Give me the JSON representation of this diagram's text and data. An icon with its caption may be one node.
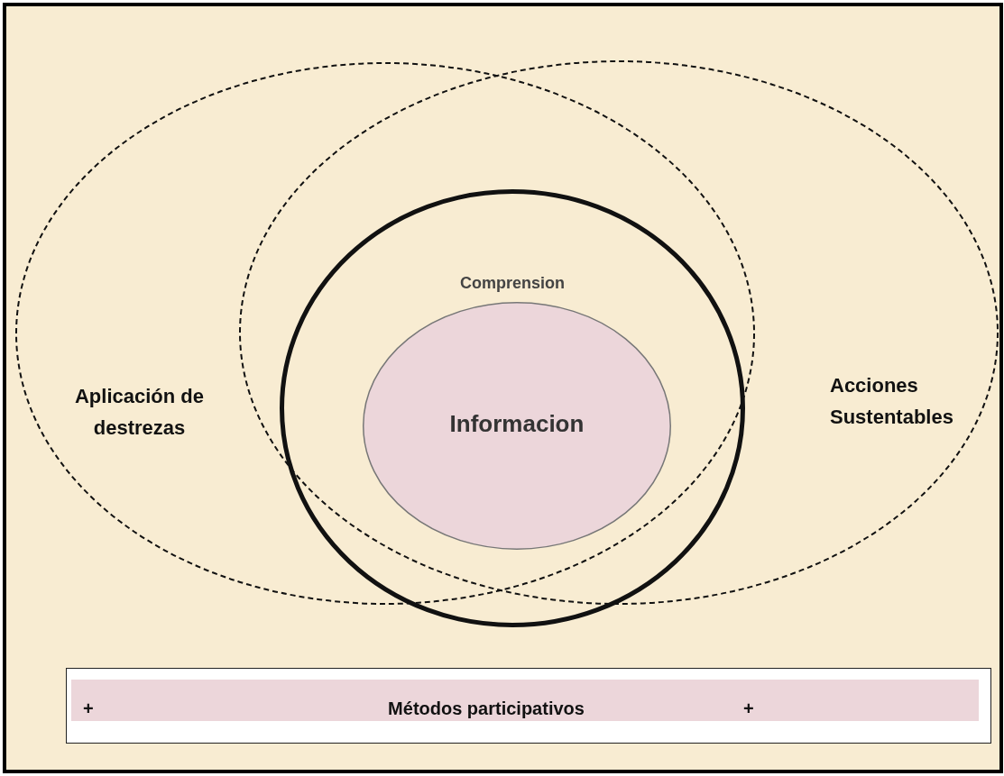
{
  "diagram": {
    "nodes": [
      {
        "text": [
          "Aplicación de destrezas"
        ]
      },
      {
        "text": [
          "Acciones Sustentables"
        ]
      },
      {
        "text": [
          "Comprension"
        ]
      },
      {
        "text": [
          "Informacion"
        ],
        "in": 2
      },
      {
        "text": [
          "+",
          "Métodos participativos",
          "+"
        ]
      }
    ]
  }
}
